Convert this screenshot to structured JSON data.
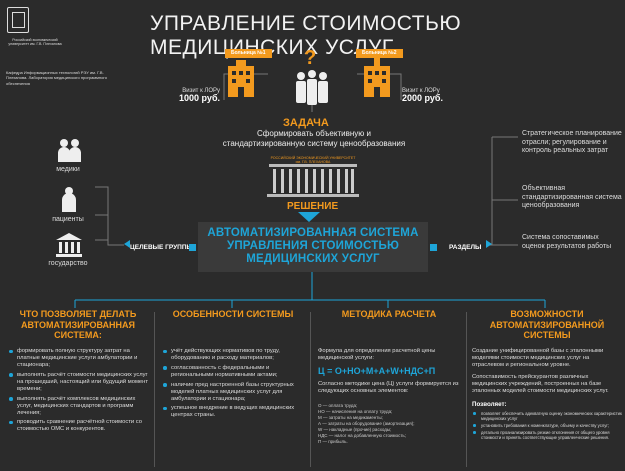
{
  "header": {
    "title": "УПРАВЛЕНИЕ СТОИМОСТЬЮ МЕДИЦИНСКИХ УСЛУГ",
    "university": "Российский экономический университет им. Г.В. Плеханова",
    "department": "Кафедра Информационных технологий РЭУ им. Г.В. Плеханова. Лаборатория медицинского программного обеспечения"
  },
  "hospitals": {
    "h1": {
      "label": "Больница №1",
      "visit": "Визит к ЛОРу",
      "price": "1000 руб."
    },
    "h2": {
      "label": "Больница №2",
      "visit": "Визит к ЛОРу",
      "price": "2000 руб."
    },
    "question": "?"
  },
  "task": {
    "heading": "ЗАДАЧА",
    "text": "Сформировать объективную и стандартизированную систему ценообразования"
  },
  "target_groups": {
    "label": "ЦЕЛЕВЫЕ ГРУППЫ",
    "items": [
      "медики",
      "пациенты",
      "государство"
    ]
  },
  "solution": {
    "heading": "РЕШЕНИЕ",
    "building_caption": "РОССИЙСКИЙ ЭКОНОМИЧЕСКИЙ УНИВЕРСИТЕТ им. Г.В. ПЛЕХАНОВА",
    "system": "АВТОМАТИЗИРОВАННАЯ СИСТЕМА УПРАВЛЕНИЯ СТОИМОСТЬЮ МЕДИЦИНСКИХ УСЛУГ"
  },
  "sections": {
    "label": "РАЗДЕЛЫ",
    "items": [
      "Стратегическое планирование отрасли; регулирование и контроль реальных затрат",
      "Объективная стандартизированная система ценообразования",
      "Система сопоставимых оценок результатов работы"
    ]
  },
  "columns": {
    "c1": {
      "heading": "ЧТО ПОЗВОЛЯЕТ ДЕЛАТЬ АВТОМАТИЗИРОВАННАЯ СИСТЕМА:",
      "items": [
        "формировать полную структуру затрат на платные медицинские услуги амбулатории и стационара;",
        "выполнять расчёт стоимости медицинских услуг на прошедший, настоящий или будущий момент времени;",
        "выполнять расчёт комплексов медицинских услуг, медицинских стандартов и программ лечения;",
        "проводить сравнение расчётной стоимости со стоимостью ОМС и конкурентов."
      ]
    },
    "c2": {
      "heading": "ОСОБЕННОСТИ СИСТЕМЫ",
      "items": [
        "учёт действующих нормативов по труду, оборудованию и расходу материалов;",
        "согласованность с федеральными и региональными нормативными актами;",
        "наличие пред настроенной базы структурных моделей платных медицинских услуг для амбулатории и стационара;",
        "успешное внедрение в ведущих медицинских центрах страны."
      ]
    },
    "c3": {
      "heading": "МЕТОДИКА РАСЧЕТА",
      "intro": "Формула для определения расчетной цены медицинской услуги:",
      "formula": "Ц = О+НО+М+А+W+НДС+П",
      "note": "Согласно методике цена (Ц) услуги формируется из следующих основных элементов:",
      "legend": [
        "О — оплата труда;",
        "НО — начисления на оплату труда;",
        "М — затраты на медикаменты;",
        "А — затраты на оборудование (амортизация);",
        "W — накладные (прочие) расходы;",
        "НДС — налог на добавленную стоимость;",
        "П — прибыль."
      ]
    },
    "c4": {
      "heading": "ВОЗМОЖНОСТИ АВТОМАТИЗИРОВАННОЙ СИСТЕМЫ",
      "p1": "Создание унифицированной базы с эталонными моделями стоимости медицинских услуг на отраслевом и региональном уровне.",
      "p2": "Сопоставимость прейскурантов различных медицинских учреждений, построенных на базе эталонных моделей стоимости медицинских услуг.",
      "allows": "Позволяет:",
      "items": [
        "позволяет обеспечить адекватную оценку экономических характеристик медицинских услуг",
        "установить требования к номенклатуре, объему и качеству услуг;",
        "детально проанализировать резкие отклонения от общего уровня стоимости и принять соответствующие управленческие решения."
      ]
    }
  },
  "colors": {
    "accent_orange": "#f39a1e",
    "accent_blue": "#1ea5d8",
    "background": "#2b2b2b"
  }
}
